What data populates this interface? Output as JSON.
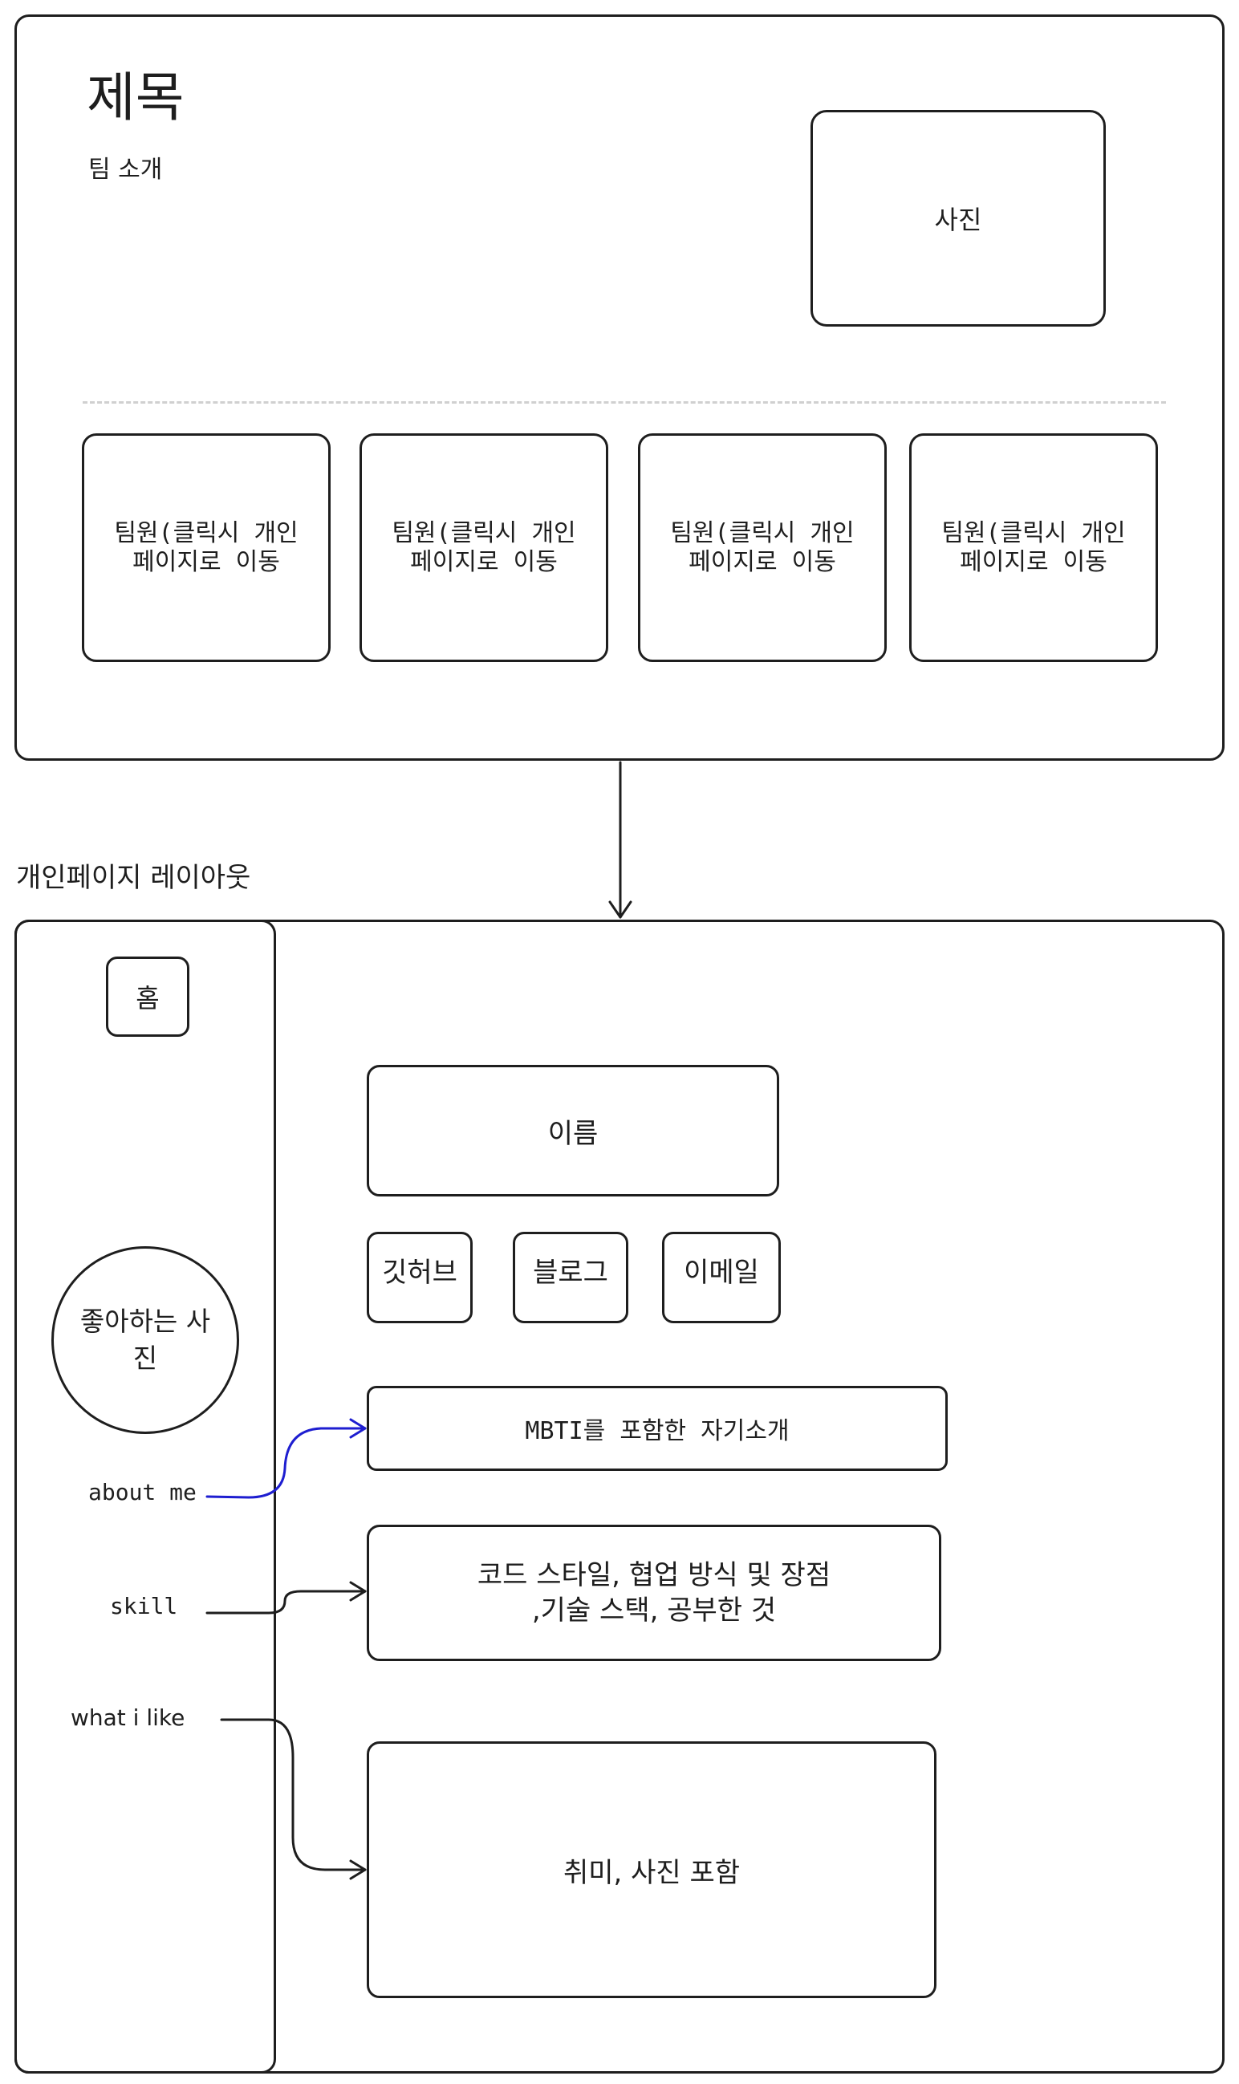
{
  "team_page": {
    "title": "제목",
    "subtitle": "팀 소개",
    "photo_label": "사진",
    "members": [
      {
        "label": "팀원(클릭시 개인\n페이지로 이동"
      },
      {
        "label": "팀원(클릭시 개인\n페이지로 이동"
      },
      {
        "label": "팀원(클릭시 개인\n페이지로 이동"
      },
      {
        "label": "팀원(클릭시 개인\n페이지로 이동"
      }
    ]
  },
  "personal_layout_label": "개인페이지 레이아웃",
  "personal_page": {
    "sidebar": {
      "home_label": "홈",
      "photo_label": "좋아하는 사\n진",
      "nav": {
        "about_me": "about me",
        "skill": "skill",
        "what_i_like": "what i like"
      }
    },
    "main": {
      "name_label": "이름",
      "links": {
        "github": "깃허브",
        "blog": "블로그",
        "email": "이메일"
      },
      "about_box": "MBTI를 포함한 자기소개",
      "skill_box": "코드 스타일, 협업 방식 및 장점\n,기술 스택, 공부한 것",
      "hobby_box": "취미, 사진 포함"
    }
  },
  "colors": {
    "stroke": "#1e1e1e",
    "highlight_arrow": "#1e1ed0",
    "divider": "#d0d0d0"
  }
}
